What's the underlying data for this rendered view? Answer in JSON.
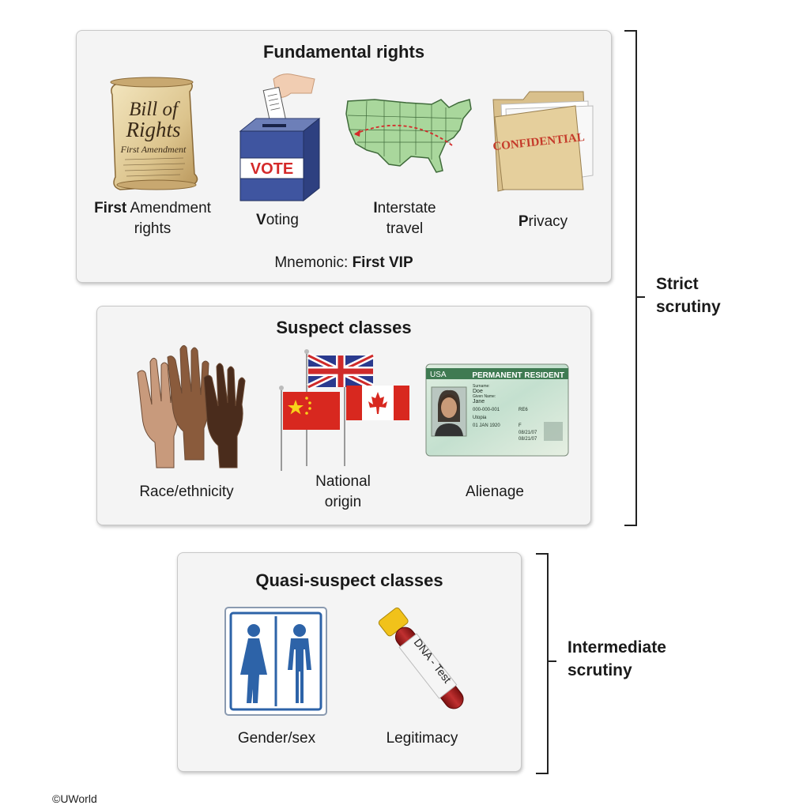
{
  "fundamental": {
    "title": "Fundamental rights",
    "scroll_text": {
      "line1": "Bill of",
      "line2": "Rights",
      "line3": "First Amendment"
    },
    "ballot_box_label": "VOTE",
    "folder_stamp": "CONFIDENTIAL",
    "items": [
      {
        "bold": "First",
        "rest_line1": " Amendment",
        "line2": "rights"
      },
      {
        "bold": "V",
        "rest_line1": "oting"
      },
      {
        "bold": "I",
        "rest_line1": "nterstate",
        "line2": "travel"
      },
      {
        "bold": "P",
        "rest_line1": "rivacy"
      }
    ],
    "mnemonic_label": "Mnemonic: ",
    "mnemonic_value": "First VIP"
  },
  "suspect": {
    "title": "Suspect classes",
    "card": {
      "country": "USA",
      "header": "PERMANENT RESIDENT",
      "surname_label": "Surname:",
      "surname": "Doe",
      "given_label": "Given Name:",
      "given": "Jane",
      "uscis": "000-000-001",
      "category": "RE6",
      "country_of_birth": "Utopia",
      "dob": "01 JAN 1920",
      "sex": "F",
      "expires": "08/21/07",
      "resident_since": "08/21/07"
    },
    "items": [
      {
        "line1": "Race/ethnicity"
      },
      {
        "line1": "National",
        "line2": "origin"
      },
      {
        "line1": "Alienage"
      }
    ]
  },
  "quasi": {
    "title": "Quasi-suspect classes",
    "tube_label": "DNA - Test",
    "items": [
      {
        "line1": "Gender/sex"
      },
      {
        "line1": "Legitimacy"
      }
    ]
  },
  "brackets": {
    "strict": {
      "line1": "Strict",
      "line2": "scrutiny"
    },
    "intermediate": {
      "line1": "Intermediate",
      "line2": "scrutiny"
    }
  },
  "copyright": "©UWorld",
  "icons": [
    "scroll-icon",
    "ballot-box-icon",
    "us-map-icon",
    "folder-icon",
    "hands-icon",
    "flags-icon",
    "green-card-icon",
    "restroom-sign-icon",
    "dna-tube-icon"
  ]
}
